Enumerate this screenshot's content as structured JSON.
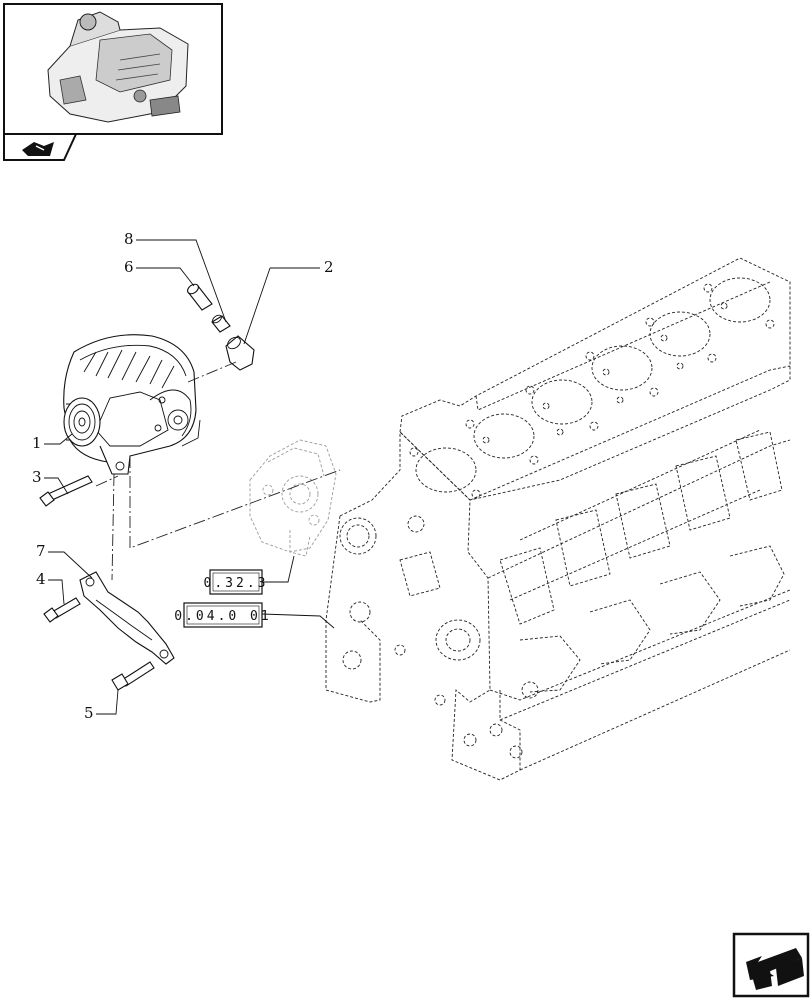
{
  "callouts": [
    {
      "id": "1",
      "label": "1"
    },
    {
      "id": "2",
      "label": "2"
    },
    {
      "id": "3",
      "label": "3"
    },
    {
      "id": "4",
      "label": "4"
    },
    {
      "id": "5",
      "label": "5"
    },
    {
      "id": "6",
      "label": "6"
    },
    {
      "id": "7",
      "label": "7"
    },
    {
      "id": "8",
      "label": "8"
    }
  ],
  "references": {
    "ref_a": "0.32.3",
    "ref_b": "0.04.0 01"
  },
  "thumbnail": {
    "icon": "engine-overview-icon"
  },
  "nav": {
    "top_icon": "section-arrow-icon",
    "bottom_icon": "next-page-arrow-icon"
  }
}
